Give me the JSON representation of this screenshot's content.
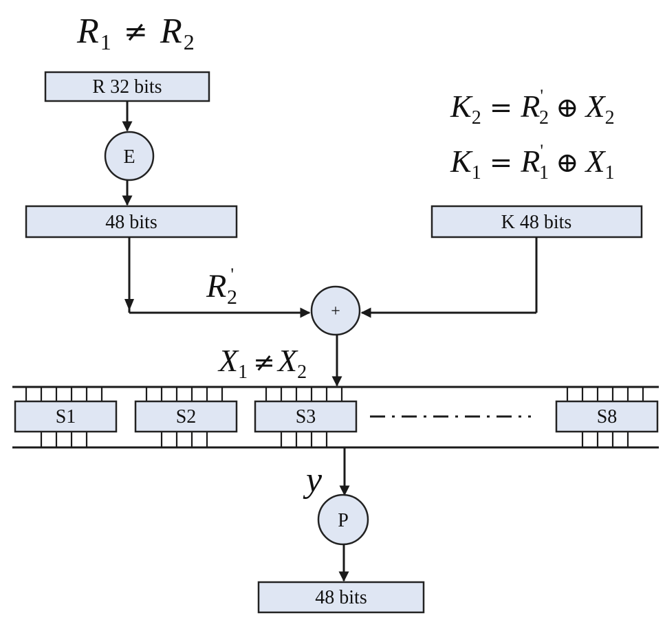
{
  "equations": {
    "r_inequality": {
      "a": "R",
      "a_sub": "1",
      "op": "≠",
      "b": "R",
      "b_sub": "2"
    },
    "k2": {
      "lhs": "K",
      "lhs_sub": "2",
      "eq": "=",
      "r": "R",
      "r_sup": "'",
      "r_sub": "2",
      "op": "⊕",
      "x": "X",
      "x_sub": "2"
    },
    "k1": {
      "lhs": "K",
      "lhs_sub": "1",
      "eq": "=",
      "r": "R",
      "r_sup": "'",
      "r_sub": "1",
      "op": "⊕",
      "x": "X",
      "x_sub": "1"
    },
    "r2prime": {
      "r": "R",
      "r_sup": "'",
      "r_sub": "2"
    },
    "x_inequality": {
      "a": "X",
      "a_sub": "1",
      "op": "≠",
      "b": "X",
      "b_sub": "2"
    },
    "y": "y"
  },
  "blocks": {
    "r_input": "R 32 bits",
    "expansion": "E",
    "expanded": "48 bits",
    "key": "K 48 bits",
    "xor": "+",
    "permutation": "P",
    "output": "48 bits"
  },
  "sboxes": [
    "S1",
    "S2",
    "S3",
    "S8"
  ]
}
